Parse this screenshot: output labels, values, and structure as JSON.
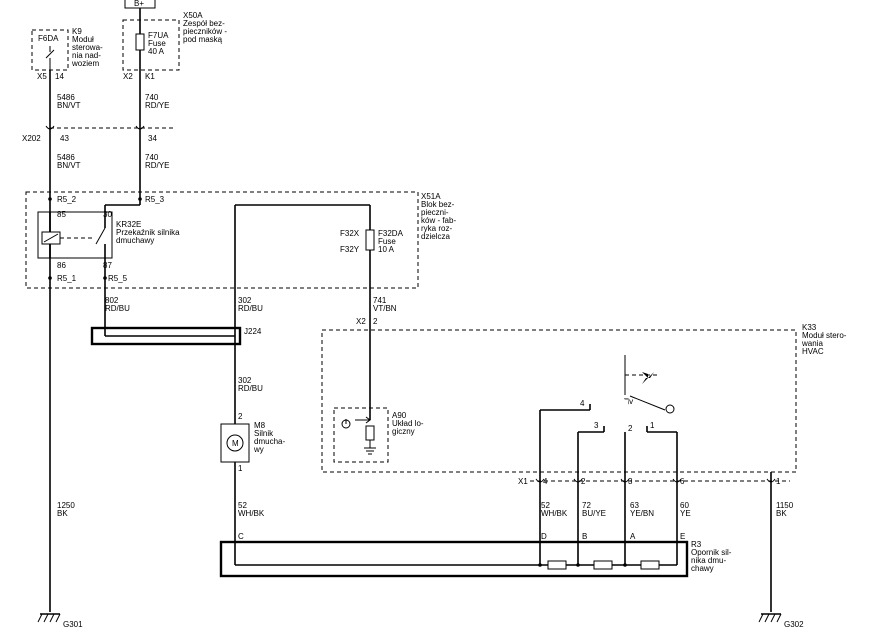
{
  "components": {
    "k9": {
      "id": "K9",
      "desc": [
        "Moduł",
        "sterowa-",
        "nia nad-",
        "woziem"
      ],
      "fuse": "F6DA",
      "pin_conn": "X5",
      "pin": "14"
    },
    "x50a": {
      "id": "X50A",
      "desc": [
        "Zespół bez-",
        "pieczników -",
        "pod maską"
      ],
      "fuse": "F7UA",
      "fuse_type": "Fuse",
      "fuse_rating": "40 A",
      "pin_conn": "X2",
      "pin": "K1"
    },
    "x202": {
      "id": "X202",
      "pin1": "43",
      "pin2": "34"
    },
    "x51a": {
      "id": "X51A",
      "desc": [
        "Blok bez-",
        "pieczni-",
        "ków - fab-",
        "ryka roz-",
        "dzielcza"
      ],
      "r1": "R5_2",
      "r2": "R5_3",
      "r3": "R5_1",
      "r4": "R5_5"
    },
    "kr32e": {
      "id": "KR32E",
      "desc": [
        "Przekaźnik silnika",
        "dmuchawy"
      ],
      "p85": "85",
      "p30": "30",
      "p86": "86",
      "p87": "87"
    },
    "f32da": {
      "id": "F32DA",
      "x": "F32X",
      "y": "F32Y",
      "type": "Fuse",
      "rating": "10 A"
    },
    "j224": {
      "id": "J224"
    },
    "m8": {
      "id": "M8",
      "desc": [
        "Silnik",
        "dmucha-",
        "wy"
      ],
      "symbol": "M",
      "pin_top": "2",
      "pin_bot": "1"
    },
    "a90": {
      "id": "A90",
      "desc": [
        "Układ lo-",
        "giczny"
      ]
    },
    "k33": {
      "id": "K33",
      "desc": [
        "Moduł stero-",
        "wania",
        "HVAC"
      ],
      "x2_conn": "X2",
      "x2_pin": "2",
      "sw_pins": [
        "4",
        "3",
        "2",
        "1"
      ]
    },
    "x1": {
      "id": "X1",
      "pins": [
        "4",
        "2",
        "3",
        "6",
        "1"
      ]
    },
    "r3": {
      "id": "R3",
      "desc": [
        "Opornik sil-",
        "nika dmu-",
        "chawy"
      ],
      "pins": [
        "C",
        "D",
        "B",
        "A",
        "E"
      ]
    },
    "g301": {
      "id": "G301"
    },
    "g302": {
      "id": "G302"
    }
  },
  "wires": [
    {
      "num": "5486",
      "color": "BN/VT"
    },
    {
      "num": "740",
      "color": "RD/YE"
    },
    {
      "num": "5486",
      "color": "BN/VT"
    },
    {
      "num": "740",
      "color": "RD/YE"
    },
    {
      "num": "802",
      "color": "RD/BU"
    },
    {
      "num": "302",
      "color": "RD/BU"
    },
    {
      "num": "741",
      "color": "VT/BN"
    },
    {
      "num": "302",
      "color": "RD/BU"
    },
    {
      "num": "1250",
      "color": "BK"
    },
    {
      "num": "52",
      "color": "WH/BK"
    },
    {
      "num": "52",
      "color": "WH/BK"
    },
    {
      "num": "72",
      "color": "BU/YE"
    },
    {
      "num": "63",
      "color": "YE/BN"
    },
    {
      "num": "60",
      "color": "YE"
    },
    {
      "num": "1150",
      "color": "BK"
    }
  ],
  "top_box_label": "B+"
}
